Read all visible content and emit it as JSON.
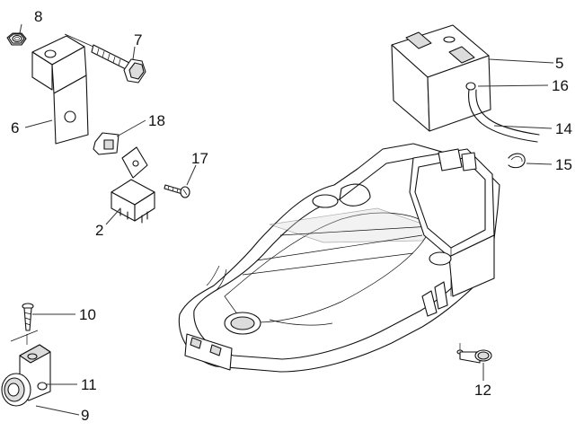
{
  "callouts": [
    {
      "id": "c8",
      "label": "8"
    },
    {
      "id": "c7",
      "label": "7"
    },
    {
      "id": "c6",
      "label": "6"
    },
    {
      "id": "c18",
      "label": "18"
    },
    {
      "id": "c17",
      "label": "17"
    },
    {
      "id": "c2",
      "label": "2"
    },
    {
      "id": "c10",
      "label": "10"
    },
    {
      "id": "c11",
      "label": "11"
    },
    {
      "id": "c9",
      "label": "9"
    },
    {
      "id": "c5",
      "label": "5"
    },
    {
      "id": "c16",
      "label": "16"
    },
    {
      "id": "c14",
      "label": "14"
    },
    {
      "id": "c15",
      "label": "15"
    },
    {
      "id": "c12",
      "label": "12"
    }
  ],
  "colors": {
    "line": "#111111",
    "shade": "#dcdcdc",
    "dark": "#9a9a9a",
    "background": "#ffffff"
  }
}
